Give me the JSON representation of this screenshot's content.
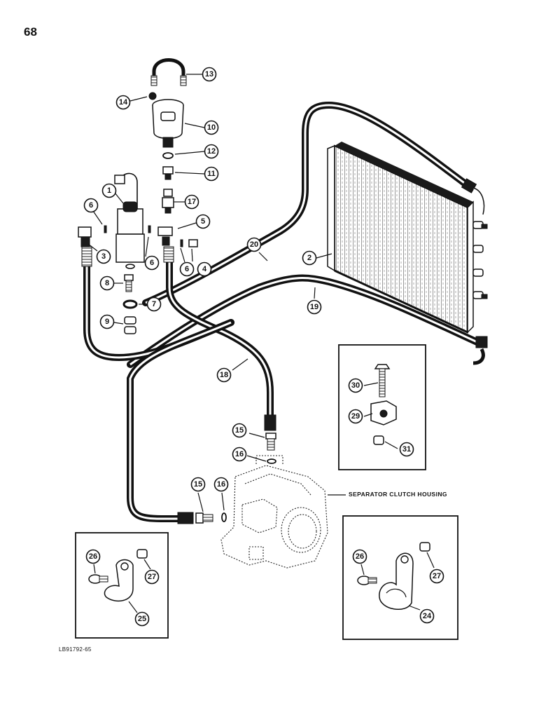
{
  "page": {
    "number": "68",
    "figure_code": "LB91792-65"
  },
  "housing_label": "SEPARATOR CLUTCH HOUSING",
  "callouts": [
    {
      "id": "1"
    },
    {
      "id": "2"
    },
    {
      "id": "3"
    },
    {
      "id": "4"
    },
    {
      "id": "5"
    },
    {
      "id": "6"
    },
    {
      "id": "6"
    },
    {
      "id": "6"
    },
    {
      "id": "7"
    },
    {
      "id": "8"
    },
    {
      "id": "9"
    },
    {
      "id": "10"
    },
    {
      "id": "11"
    },
    {
      "id": "12"
    },
    {
      "id": "13"
    },
    {
      "id": "14"
    },
    {
      "id": "15"
    },
    {
      "id": "15"
    },
    {
      "id": "16"
    },
    {
      "id": "16"
    },
    {
      "id": "17"
    },
    {
      "id": "18"
    },
    {
      "id": "19"
    },
    {
      "id": "20"
    },
    {
      "id": "24"
    },
    {
      "id": "25"
    },
    {
      "id": "26"
    },
    {
      "id": "26"
    },
    {
      "id": "27"
    },
    {
      "id": "27"
    },
    {
      "id": "29"
    },
    {
      "id": "30"
    },
    {
      "id": "31"
    }
  ]
}
